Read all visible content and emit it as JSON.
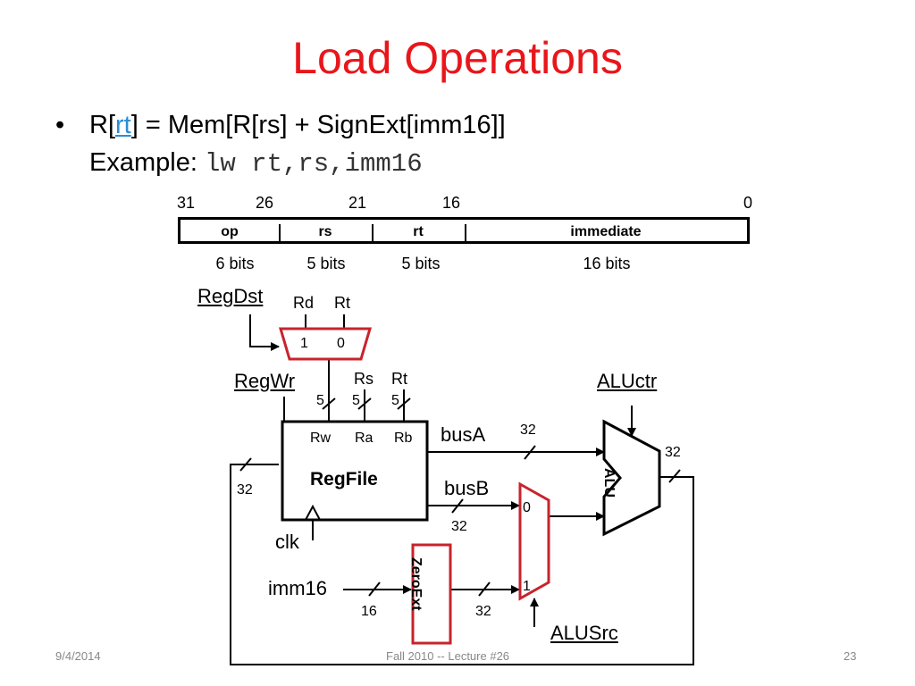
{
  "slide": {
    "title": "Load Operations",
    "bullet_dot": "•",
    "eq_pre": "R[",
    "eq_rt": "rt",
    "eq_post": "] = Mem[R[rs] + SignExt[imm16]]",
    "example_label": "Example: ",
    "example_code": "lw rt,rs,imm16"
  },
  "instruction_format": {
    "bit_positions": [
      "31",
      "26",
      "21",
      "16",
      "0"
    ],
    "fields": [
      "op",
      "rs",
      "rt",
      "immediate"
    ],
    "widths": [
      "6 bits",
      "5 bits",
      "5 bits",
      "16 bits"
    ]
  },
  "datapath": {
    "regdst": "RegDst",
    "rd": "Rd",
    "rt_top": "Rt",
    "mux1_in1": "1",
    "mux1_in0": "0",
    "regwr": "RegWr",
    "rs": "Rs",
    "rt": "Rt",
    "w5a": "5",
    "w5b": "5",
    "w5c": "5",
    "rw": "Rw",
    "ra": "Ra",
    "rb": "Rb",
    "regfile": "RegFile",
    "busa": "busA",
    "busb": "busB",
    "w32_busa": "32",
    "w32_busb": "32",
    "w32_alu_out": "32",
    "w32_feedback": "32",
    "w32_zeroext_out": "32",
    "w16": "16",
    "aluctr": "ALUctr",
    "alu": "ALU",
    "mux2_in0": "0",
    "mux2_in1": "1",
    "clk": "clk",
    "imm16": "imm16",
    "zeroext": "ZeroExt",
    "alusrc": "ALUSrc"
  },
  "colors": {
    "title": "#e8161b",
    "highlight": "#c8232c",
    "link": "#2a8ed3"
  },
  "footer": {
    "date": "9/4/2014",
    "course": "Fall 2010 -- Lecture #26",
    "page": "23"
  }
}
